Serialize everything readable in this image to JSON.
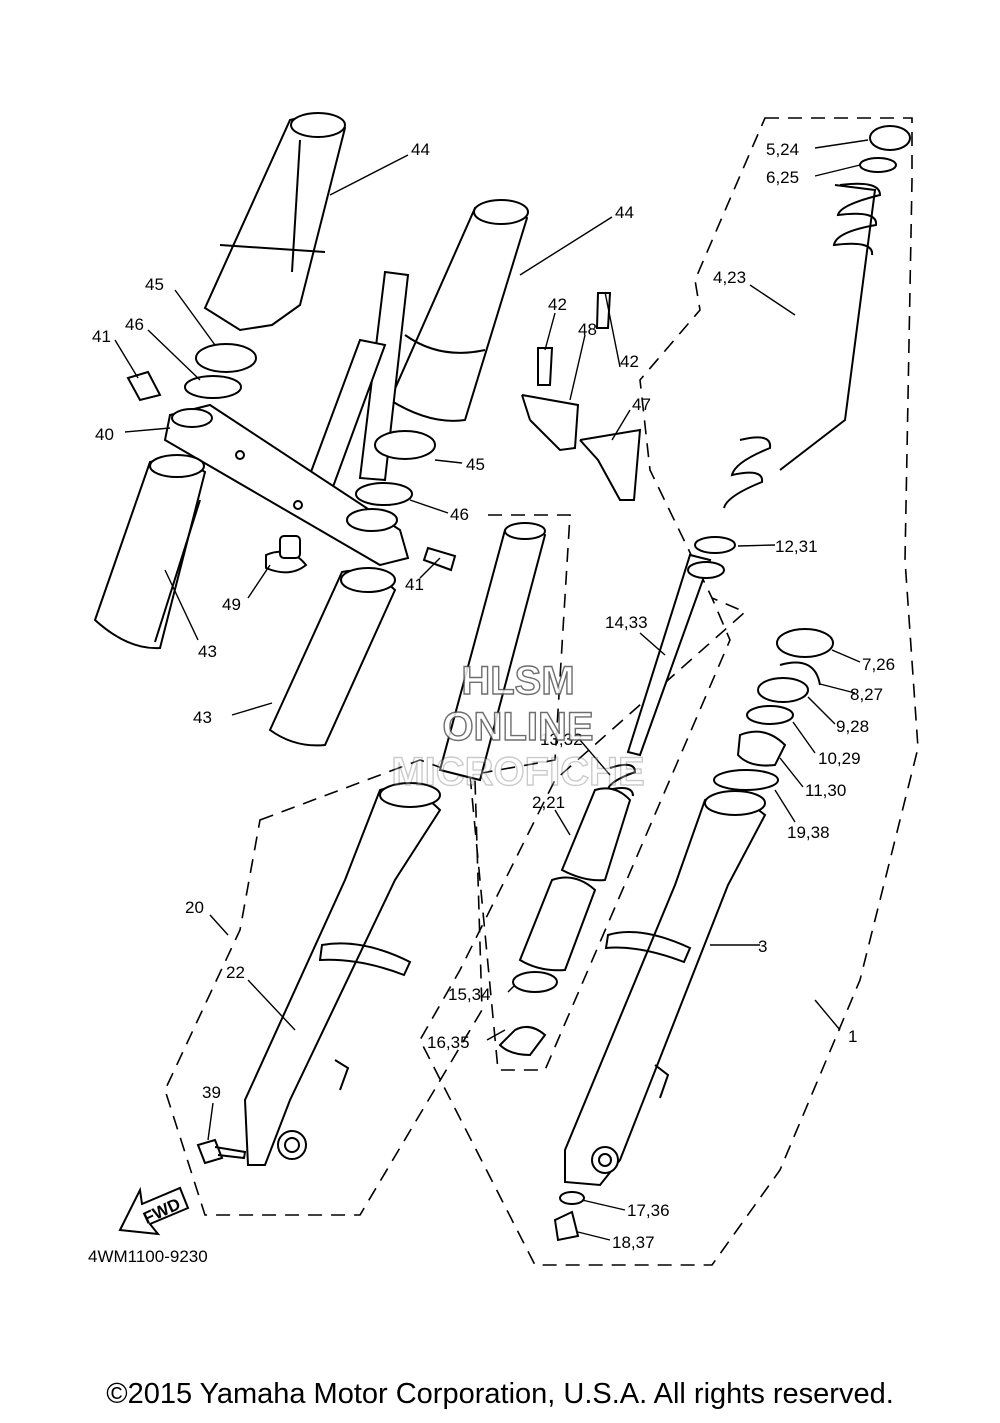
{
  "diagram_code": "4WM1100-9230",
  "copyright": "©2015 Yamaha Motor Corporation, U.S.A. All rights reserved.",
  "watermark": {
    "line1": "HLSM",
    "line2": "ONLINE",
    "line3": "MICROFICHE"
  },
  "fwd_label": "FWD",
  "callouts": {
    "c1": "1",
    "c3": "3",
    "c2_21": "2,21",
    "c4_23": "4,23",
    "c5_24": "5,24",
    "c6_25": "6,25",
    "c7_26": "7,26",
    "c8_27": "8,27",
    "c9_28": "9,28",
    "c10_29": "10,29",
    "c11_30": "11,30",
    "c12_31": "12,31",
    "c13_32": "13,32",
    "c14_33": "14,33",
    "c15_34": "15,34",
    "c16_35": "16,35",
    "c17_36": "17,36",
    "c18_37": "18,37",
    "c19_38": "19,38",
    "c20": "20",
    "c22": "22",
    "c39": "39",
    "c40": "40",
    "c41a": "41",
    "c41b": "41",
    "c42a": "42",
    "c42b": "42",
    "c43a": "43",
    "c43b": "43",
    "c44a": "44",
    "c44b": "44",
    "c45a": "45",
    "c45b": "45",
    "c46a": "46",
    "c46b": "46",
    "c47": "47",
    "c48": "48",
    "c49": "49"
  }
}
